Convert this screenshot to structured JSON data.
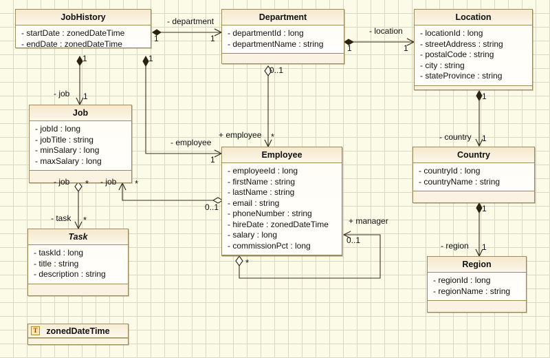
{
  "diagram": {
    "title": "UML Class Diagram",
    "background_color": "#fbfbe8",
    "grid_color": "#d8d8c4",
    "class_border_color": "#9c8a5a",
    "class_header_color": "#f6e9cd",
    "class_body_color": "#fffff5"
  },
  "classes": [
    {
      "id": "jobhistory",
      "name": "JobHistory",
      "abstract": false,
      "attributes": [
        "- startDate : zonedDateTime",
        "- endDate : zonedDateTime"
      ]
    },
    {
      "id": "department",
      "name": "Department",
      "abstract": false,
      "attributes": [
        "- departmentId : long",
        "- departmentName : string"
      ]
    },
    {
      "id": "location",
      "name": "Location",
      "abstract": false,
      "attributes": [
        "- locationId : long",
        "- streetAddress : string",
        "- postalCode : string",
        "- city : string",
        "- stateProvince : string"
      ]
    },
    {
      "id": "job",
      "name": "Job",
      "abstract": false,
      "attributes": [
        "- jobId : long",
        "- jobTitle : string",
        "- minSalary : long",
        "- maxSalary : long"
      ]
    },
    {
      "id": "employee",
      "name": "Employee",
      "abstract": false,
      "attributes": [
        "- employeeId : long",
        "- firstName : string",
        "- lastName : string",
        "- email : string",
        "- phoneNumber : string",
        "- hireDate : zonedDateTime",
        "- salary : long",
        "- commissionPct : long"
      ]
    },
    {
      "id": "country",
      "name": "Country",
      "abstract": false,
      "attributes": [
        "- countryId : long",
        "- countryName : string"
      ]
    },
    {
      "id": "region",
      "name": "Region",
      "abstract": false,
      "attributes": [
        "- regionId : long",
        "- regionName : string"
      ]
    },
    {
      "id": "task",
      "name": "Task",
      "abstract": true,
      "attributes": [
        "- taskId : long",
        "- title : string",
        "- description : string"
      ]
    }
  ],
  "datatypes": [
    {
      "id": "zoneddatetime",
      "name": "zonedDateTime",
      "icon": "datatype-t-icon",
      "icon_glyph": "T"
    }
  ],
  "associations": [
    {
      "id": "jobhistory-department",
      "from": "jobhistory",
      "to": "department",
      "role": "- department",
      "source_mult": "1",
      "target_mult": "1",
      "source_marker": "filled-diamond",
      "target_marker": "open-arrow"
    },
    {
      "id": "department-location",
      "from": "department",
      "to": "location",
      "role": "- location",
      "source_mult": "1",
      "target_mult": "1",
      "source_marker": "filled-diamond",
      "target_marker": "open-arrow"
    },
    {
      "id": "jobhistory-job",
      "from": "jobhistory",
      "to": "job",
      "role": "- job",
      "source_mult": "1",
      "target_mult": "1",
      "source_marker": "filled-diamond",
      "target_marker": "open-arrow"
    },
    {
      "id": "jobhistory-employee",
      "from": "jobhistory",
      "to": "employee",
      "role": "- employee",
      "source_mult": "1",
      "target_mult": "1",
      "source_marker": "filled-diamond",
      "target_marker": "open-arrow"
    },
    {
      "id": "department-employee",
      "from": "department",
      "to": "employee",
      "role": "+ employee",
      "source_mult": "0..1",
      "target_mult": "*",
      "source_marker": "open-diamond",
      "target_marker": "open-arrow"
    },
    {
      "id": "employee-job",
      "from": "employee",
      "to": "job",
      "role": "- job",
      "source_mult": "0..1",
      "target_mult": "*",
      "source_marker": "open-diamond",
      "target_marker": "open-arrow"
    },
    {
      "id": "job-task",
      "from": "job",
      "to": "task",
      "role": "- job",
      "role2": "- task",
      "source_mult": "*",
      "target_mult": "*",
      "source_marker": "open-diamond",
      "target_marker": "open-arrow"
    },
    {
      "id": "location-country",
      "from": "location",
      "to": "country",
      "role": "- country",
      "source_mult": "1",
      "target_mult": "1",
      "source_marker": "filled-diamond",
      "target_marker": "open-arrow"
    },
    {
      "id": "country-region",
      "from": "country",
      "to": "region",
      "role": "- region",
      "source_mult": "1",
      "target_mult": "1",
      "source_marker": "filled-diamond",
      "target_marker": "open-arrow"
    },
    {
      "id": "employee-manager",
      "from": "employee",
      "to": "employee",
      "role": "+ manager",
      "source_mult": "*",
      "target_mult": "0..1",
      "source_marker": "open-diamond",
      "target_marker": "open-arrow"
    }
  ],
  "labels": {
    "department_role": "- department",
    "location_role": "- location",
    "job_role": "- job",
    "employee_role": "- employee",
    "employee_plus_role": "+ employee",
    "job_role_2": "- job",
    "job_role_3": "- job",
    "task_role": "- task",
    "country_role": "- country",
    "region_role": "- region",
    "manager_role": "+ manager",
    "m_jh_dept_src": "1",
    "m_jh_dept_tgt": "1",
    "m_dept_loc_src": "1",
    "m_dept_loc_tgt": "1",
    "m_jh_job_src": "1",
    "m_jh_job_tgt": "1",
    "m_jh_emp_src": "1",
    "m_jh_emp_tgt": "1",
    "m_dept_emp_src": "0..1",
    "m_dept_emp_tgt": "*",
    "m_emp_job_src": "0..1",
    "m_emp_job_tgt": "*",
    "m_job_task_src": "*",
    "m_job_task_mid": "*",
    "m_job_task_tgt": "*",
    "m_loc_ctry_src": "1",
    "m_loc_ctry_tgt": "1",
    "m_ctry_reg_src": "1",
    "m_ctry_reg_tgt": "1",
    "m_emp_mgr_src": "*",
    "m_emp_mgr_tgt": "0..1"
  }
}
